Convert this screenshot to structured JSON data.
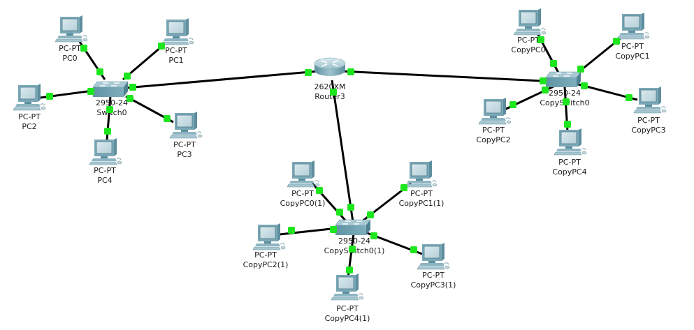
{
  "app": "Cisco Packet Tracer logical workspace",
  "colors": {
    "background": "#ffffff",
    "link": "#000000",
    "link_up_dot": "#1ee61e",
    "device_body": "#6e9fae",
    "device_face": "#bcd5de",
    "label_text": "#1a1a1a"
  },
  "nodes": [
    {
      "id": "PC0",
      "type": "pc",
      "model": "PC-PT",
      "name": "PC0"
    },
    {
      "id": "PC1",
      "type": "pc",
      "model": "PC-PT",
      "name": "PC1"
    },
    {
      "id": "PC2",
      "type": "pc",
      "model": "PC-PT",
      "name": "PC2"
    },
    {
      "id": "PC3",
      "type": "pc",
      "model": "PC-PT",
      "name": "PC3"
    },
    {
      "id": "PC4",
      "type": "pc",
      "model": "PC-PT",
      "name": "PC4"
    },
    {
      "id": "Switch0",
      "type": "switch",
      "model": "2950-24",
      "name": "Switch0"
    },
    {
      "id": "Router3",
      "type": "router",
      "model": "2620XM",
      "name": "Router3"
    },
    {
      "id": "CopyPC0",
      "type": "pc",
      "model": "PC-PT",
      "name": "CopyPC0"
    },
    {
      "id": "CopyPC1",
      "type": "pc",
      "model": "PC-PT",
      "name": "CopyPC1"
    },
    {
      "id": "CopyPC2",
      "type": "pc",
      "model": "PC-PT",
      "name": "CopyPC2"
    },
    {
      "id": "CopyPC3",
      "type": "pc",
      "model": "PC-PT",
      "name": "CopyPC3"
    },
    {
      "id": "CopyPC4",
      "type": "pc",
      "model": "PC-PT",
      "name": "CopyPC4"
    },
    {
      "id": "CopySwitch0",
      "type": "switch",
      "model": "2950-24",
      "name": "CopySwitch0"
    },
    {
      "id": "CopyPC0(1)",
      "type": "pc",
      "model": "PC-PT",
      "name": "CopyPC0(1)"
    },
    {
      "id": "CopyPC1(1)",
      "type": "pc",
      "model": "PC-PT",
      "name": "CopyPC1(1)"
    },
    {
      "id": "CopyPC2(1)",
      "type": "pc",
      "model": "PC-PT",
      "name": "CopyPC2(1)"
    },
    {
      "id": "CopyPC3(1)",
      "type": "pc",
      "model": "PC-PT",
      "name": "CopyPC3(1)"
    },
    {
      "id": "CopyPC4(1)",
      "type": "pc",
      "model": "PC-PT",
      "name": "CopyPC4(1)"
    },
    {
      "id": "CopySwitch0(1)",
      "type": "switch",
      "model": "2950-24",
      "name": "CopySwitch0(1)"
    }
  ],
  "links": [
    {
      "from": "PC0",
      "to": "Switch0",
      "status": "up"
    },
    {
      "from": "PC1",
      "to": "Switch0",
      "status": "up"
    },
    {
      "from": "PC2",
      "to": "Switch0",
      "status": "up"
    },
    {
      "from": "PC3",
      "to": "Switch0",
      "status": "up"
    },
    {
      "from": "PC4",
      "to": "Switch0",
      "status": "up"
    },
    {
      "from": "Switch0",
      "to": "Router3",
      "status": "up"
    },
    {
      "from": "Router3",
      "to": "CopySwitch0",
      "status": "up"
    },
    {
      "from": "Router3",
      "to": "CopySwitch0(1)",
      "status": "up"
    },
    {
      "from": "CopyPC0",
      "to": "CopySwitch0",
      "status": "up"
    },
    {
      "from": "CopyPC1",
      "to": "CopySwitch0",
      "status": "up"
    },
    {
      "from": "CopyPC2",
      "to": "CopySwitch0",
      "status": "up"
    },
    {
      "from": "CopyPC3",
      "to": "CopySwitch0",
      "status": "up"
    },
    {
      "from": "CopyPC4",
      "to": "CopySwitch0",
      "status": "up"
    },
    {
      "from": "CopyPC0(1)",
      "to": "CopySwitch0(1)",
      "status": "up"
    },
    {
      "from": "CopyPC1(1)",
      "to": "CopySwitch0(1)",
      "status": "up"
    },
    {
      "from": "CopyPC2(1)",
      "to": "CopySwitch0(1)",
      "status": "up"
    },
    {
      "from": "CopyPC3(1)",
      "to": "CopySwitch0(1)",
      "status": "up"
    },
    {
      "from": "CopyPC4(1)",
      "to": "CopySwitch0(1)",
      "status": "up"
    }
  ]
}
